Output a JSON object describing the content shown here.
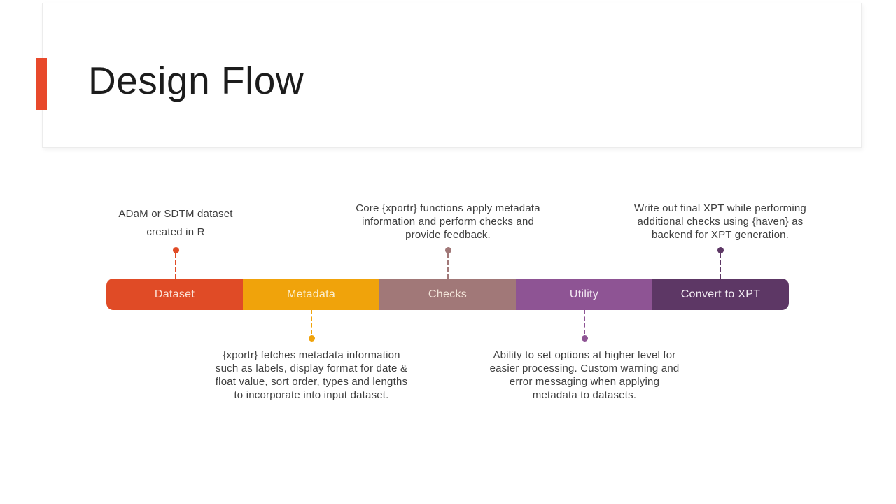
{
  "slide": {
    "title": "Design Flow",
    "accent_color": "#E8492B",
    "text_color": "#3E3E3E"
  },
  "flow": {
    "segments": [
      {
        "label": "Dataset",
        "color": "#E04B26",
        "label_color": "#FBE2D6"
      },
      {
        "label": "Metadata",
        "color": "#F0A30B",
        "label_color": "#FCEFCF"
      },
      {
        "label": "Checks",
        "color": "#A17878",
        "label_color": "#F3E6DA"
      },
      {
        "label": "Utility",
        "color": "#8E5494",
        "label_color": "#F2E7F2"
      },
      {
        "label": "Convert to XPT",
        "color": "#5D3765",
        "label_color": "#F4EEF4"
      }
    ],
    "callouts_top": [
      {
        "anchor": "Dataset",
        "dot_color": "#E04B26",
        "text": "ADaM or SDTM dataset\ncreated in R"
      },
      {
        "anchor": "Checks",
        "dot_color": "#A17878",
        "text": "Core {xportr} functions apply metadata\ninformation and perform checks and\nprovide feedback."
      },
      {
        "anchor": "Convert to XPT",
        "dot_color": "#5D3765",
        "text": "Write out final XPT while performing\nadditional checks using {haven} as\nbackend for XPT generation."
      }
    ],
    "callouts_bottom": [
      {
        "anchor": "Metadata",
        "dot_color": "#F0A30B",
        "text": "{xportr} fetches metadata information\nsuch as labels, display format for date &\nfloat value, sort order, types and lengths\nto incorporate into input dataset."
      },
      {
        "anchor": "Utility",
        "dot_color": "#8E5494",
        "text": "Ability to set options at higher level for\neasier processing. Custom warning and\nerror messaging when applying\nmetadata to datasets."
      }
    ]
  }
}
